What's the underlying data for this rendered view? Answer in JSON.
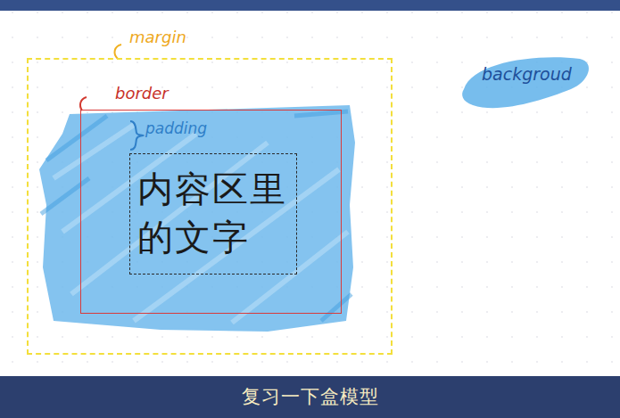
{
  "diagram": {
    "caption": "复习一下盒模型",
    "nodes": [
      {
        "text": [
          "margin"
        ]
      },
      {
        "text": [
          "border"
        ],
        "in": 0
      },
      {
        "text": [
          "内容区里 的文字"
        ],
        "in": 1
      }
    ],
    "labels": [
      "padding",
      "backgroud"
    ]
  }
}
